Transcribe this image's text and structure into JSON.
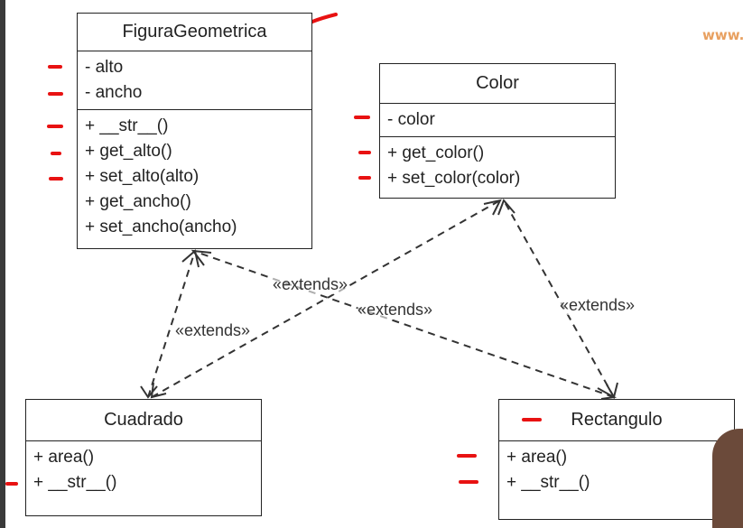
{
  "colors": {
    "annotation": "#e81212",
    "line": "#333333"
  },
  "watermark": "www.g",
  "classes": {
    "figura": {
      "name": "FiguraGeometrica",
      "attributes": [
        "- alto",
        "- ancho"
      ],
      "methods": [
        "+ __str__()",
        "+ get_alto()",
        "+ set_alto(alto)",
        "+ get_ancho()",
        "+ set_ancho(ancho)"
      ]
    },
    "color": {
      "name": "Color",
      "attributes": [
        "- color"
      ],
      "methods": [
        "+ get_color()",
        "+ set_color(color)"
      ]
    },
    "cuadrado": {
      "name": "Cuadrado",
      "methods": [
        "+ area()",
        "+ __str__()"
      ]
    },
    "rectangulo": {
      "name": "Rectangulo",
      "methods": [
        "+ area()",
        "+ __str__()"
      ]
    }
  },
  "relations": {
    "label": "«extends»"
  }
}
